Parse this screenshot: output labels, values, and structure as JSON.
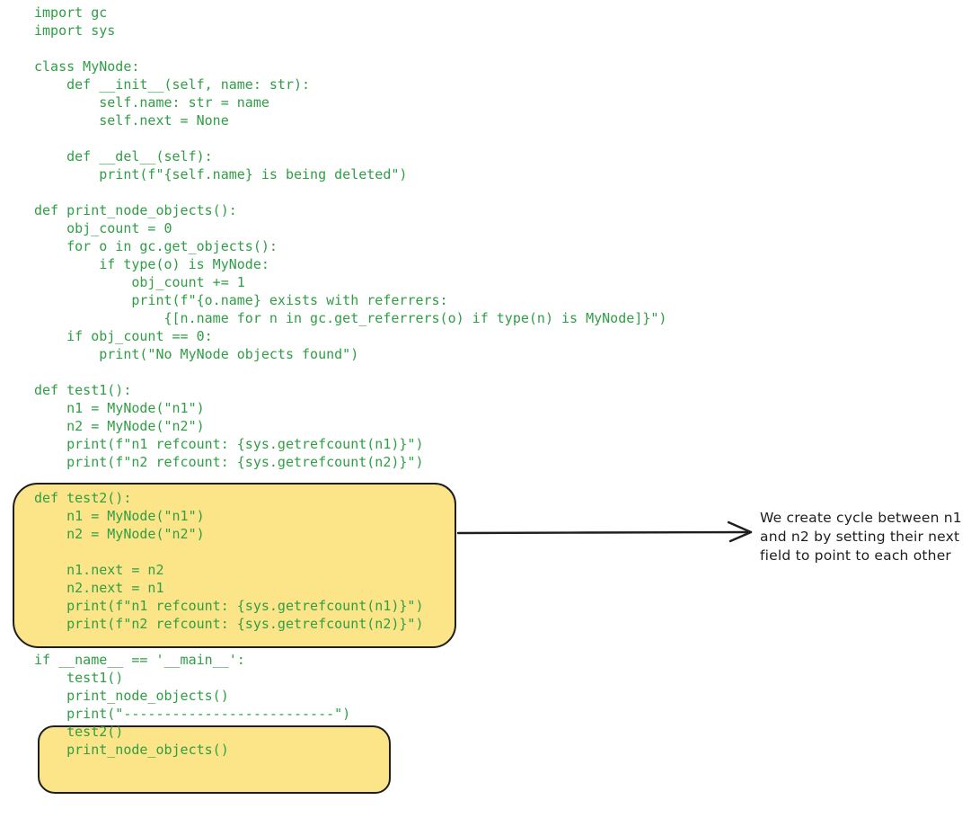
{
  "colors": {
    "background": "#ffffff",
    "code_green": "#2f9e44",
    "highlight_fill": "#fbe588",
    "stroke_black": "#1e1e1e"
  },
  "code": {
    "language": "python",
    "lines": [
      "import gc",
      "import sys",
      "",
      "class MyNode:",
      "    def __init__(self, name: str):",
      "        self.name: str = name",
      "        self.next = None",
      "",
      "    def __del__(self):",
      "        print(f\"{self.name} is being deleted\")",
      "",
      "def print_node_objects():",
      "    obj_count = 0",
      "    for o in gc.get_objects():",
      "        if type(o) is MyNode:",
      "            obj_count += 1",
      "            print(f\"{o.name} exists with referrers:",
      "                {[n.name for n in gc.get_referrers(o) if type(n) is MyNode]}\")",
      "    if obj_count == 0:",
      "        print(\"No MyNode objects found\")",
      "",
      "def test1():",
      "    n1 = MyNode(\"n1\")",
      "    n2 = MyNode(\"n2\")",
      "    print(f\"n1 refcount: {sys.getrefcount(n1)}\")",
      "    print(f\"n2 refcount: {sys.getrefcount(n2)}\")",
      "",
      "def test2():",
      "    n1 = MyNode(\"n1\")",
      "    n2 = MyNode(\"n2\")",
      "",
      "    n1.next = n2",
      "    n2.next = n1",
      "    print(f\"n1 refcount: {sys.getrefcount(n1)}\")",
      "    print(f\"n2 refcount: {sys.getrefcount(n2)}\")",
      "",
      "if __name__ == '__main__':",
      "    test1()",
      "    print_node_objects()",
      "    print(\"--------------------------\")",
      "    test2()",
      "    print_node_objects()"
    ]
  },
  "annotation": {
    "lines": [
      "We create cycle between n1",
      "and n2 by setting their next",
      "field to point to each other"
    ]
  }
}
